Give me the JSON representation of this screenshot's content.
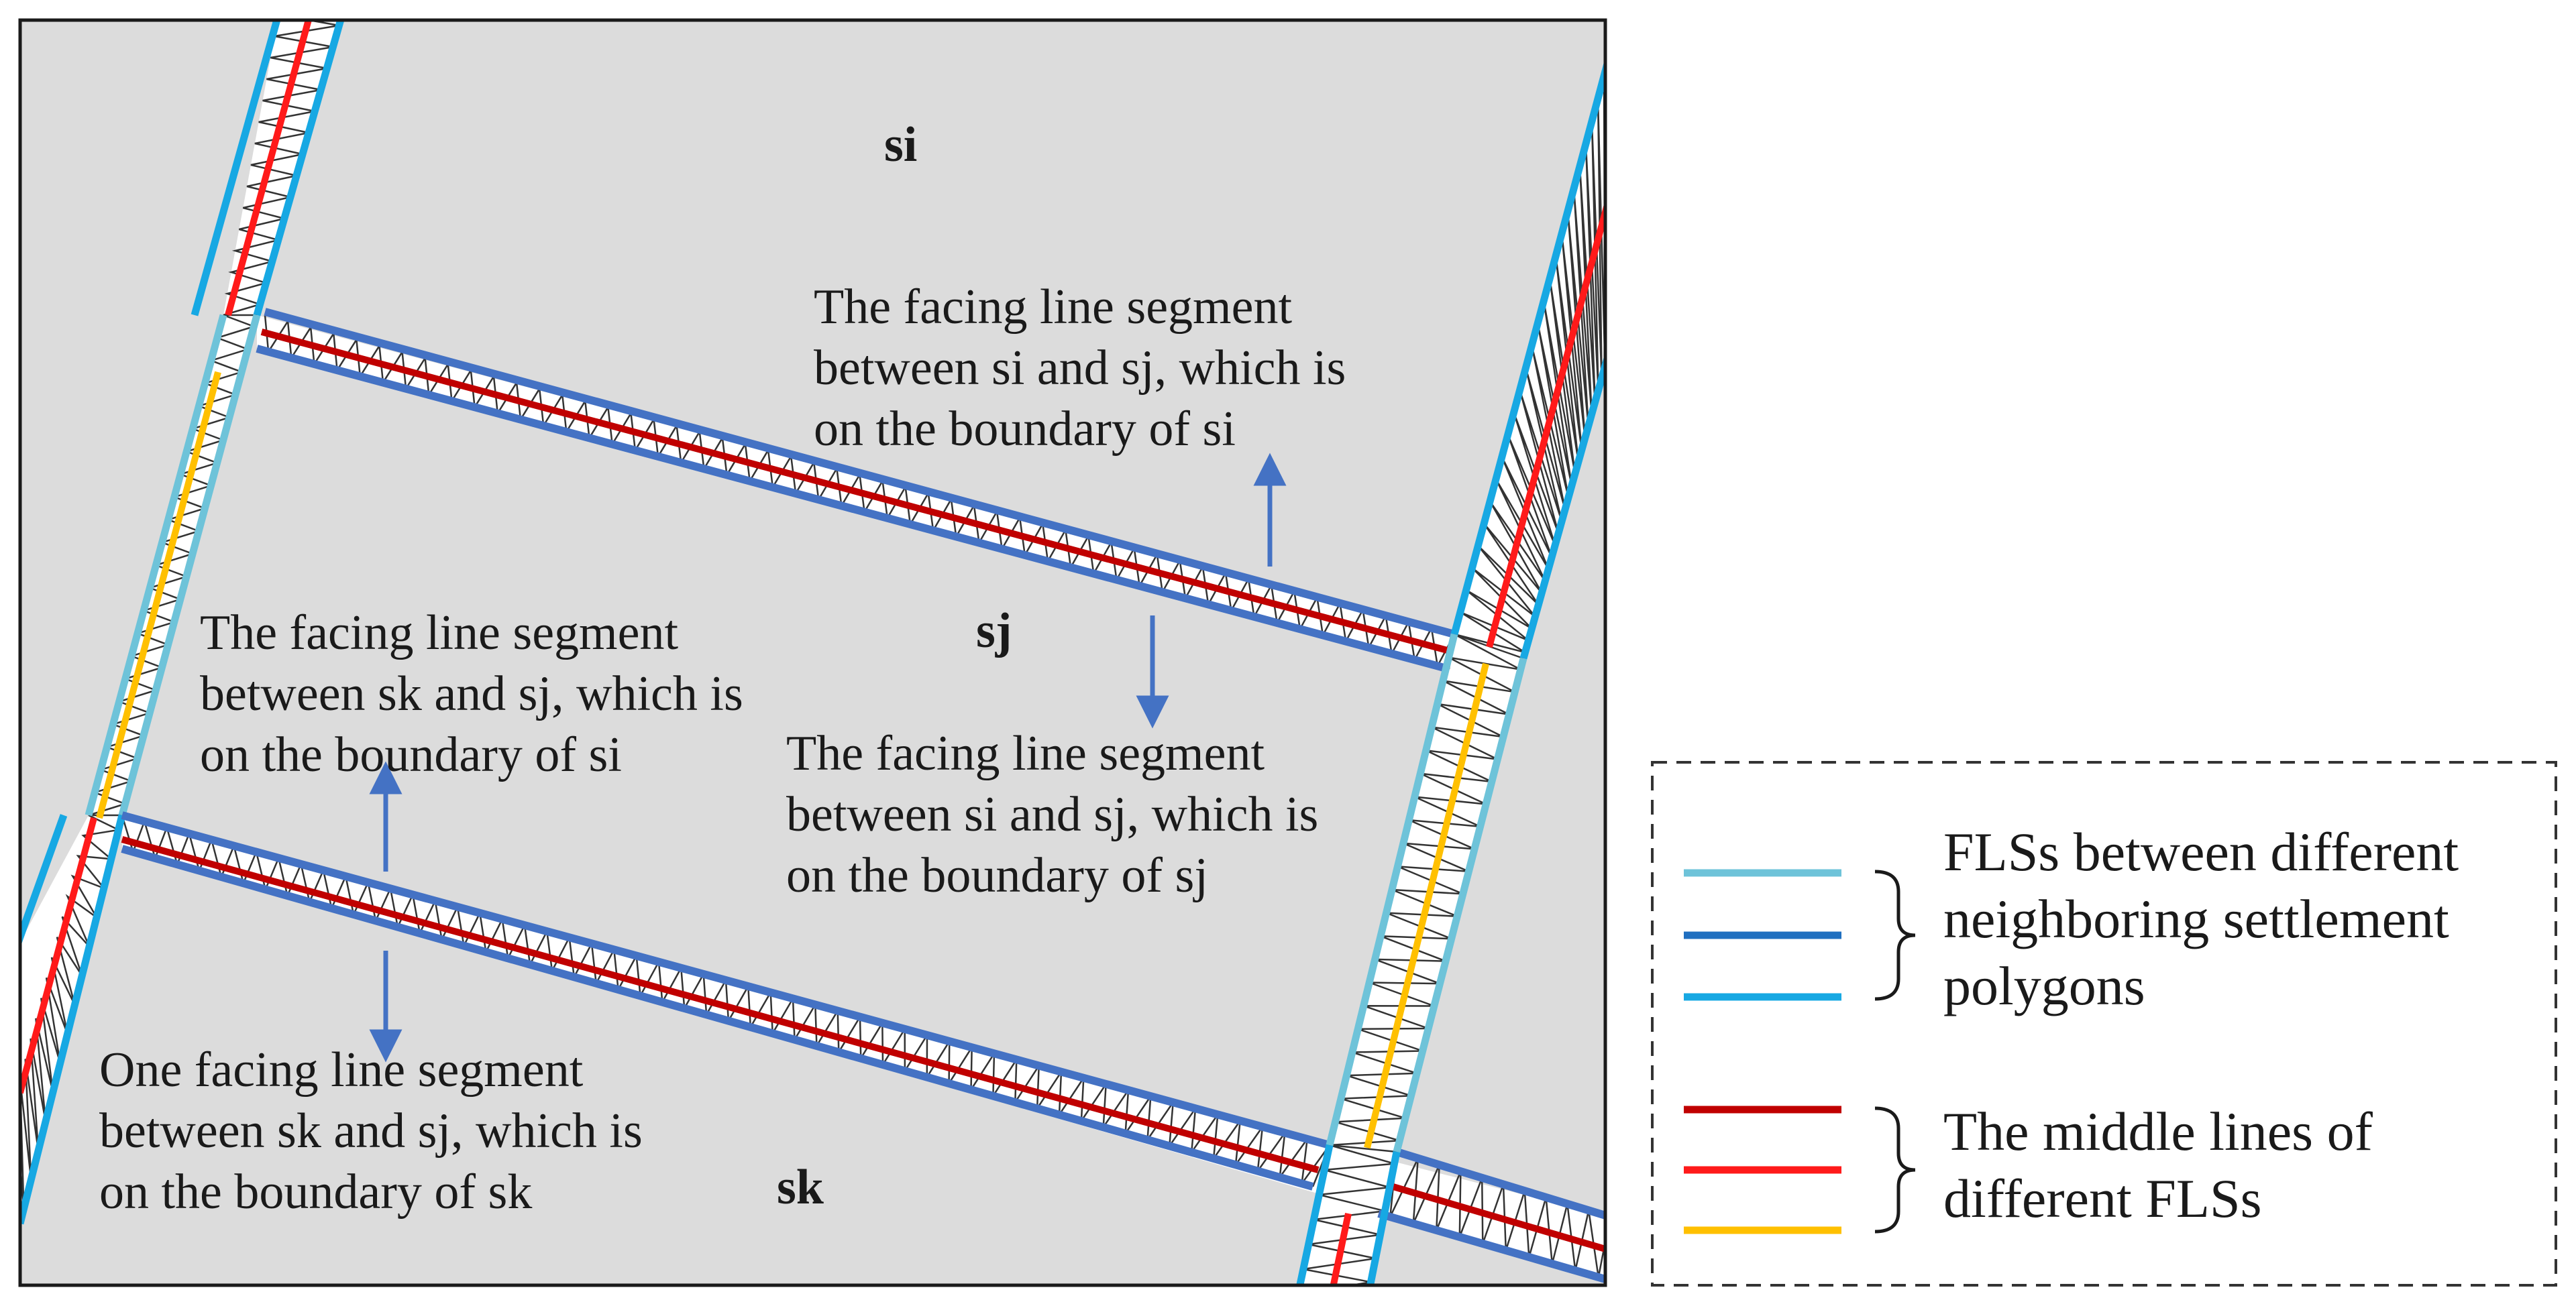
{
  "regions": {
    "si": "si",
    "sj": "sj",
    "sk": "sk"
  },
  "annotations": {
    "a1": [
      "The facing line segment",
      "between si and sj, which is",
      "on the boundary of si"
    ],
    "a2": [
      "The facing line segment",
      "between sk and sj, which is",
      "on the boundary of si"
    ],
    "a3": [
      "The facing line segment",
      "between si and sj, which is",
      "on the boundary of sj"
    ],
    "a4": [
      "One facing line segment",
      "between sk and sj, which is",
      "on the boundary of sk"
    ]
  },
  "legend": {
    "group1": [
      "FLSs between different",
      "neighboring settlement",
      "polygons"
    ],
    "group2": [
      "The middle lines of",
      "different FLSs"
    ],
    "group1_colors": [
      "#6ec3d9",
      "#1f6fc0",
      "#17a8e3"
    ],
    "group2_colors": [
      "#c00000",
      "#ff1a1a",
      "#ffc000"
    ]
  },
  "colors": {
    "background": "#dcdcdc",
    "boundary_blue": "#4472c4",
    "arrow_blue": "#4472c4",
    "cyan": "#17a8e3",
    "light_cyan": "#6ec3d9",
    "red": "#ff1a1a",
    "dark_red": "#c00000",
    "yellow": "#ffc000"
  }
}
